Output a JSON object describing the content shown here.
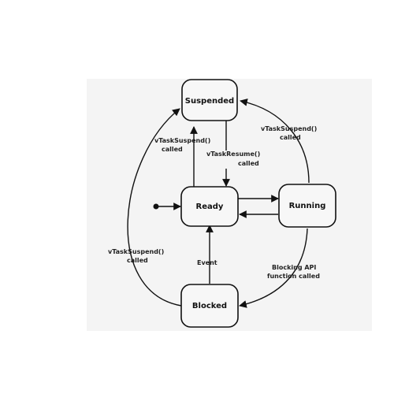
{
  "states": {
    "suspended": "Suspended",
    "ready": "Ready",
    "running": "Running",
    "blocked": "Blocked"
  },
  "transitions": {
    "ready_to_suspended": [
      "vTaskSuspend()",
      "called"
    ],
    "suspended_to_ready": [
      "vTaskResume()",
      "called"
    ],
    "running_to_suspended": [
      "vTaskSuspend()",
      "called"
    ],
    "blocked_to_suspended": [
      "vTaskSuspend()",
      "called"
    ],
    "blocked_to_ready": [
      "Event"
    ],
    "running_to_blocked": [
      "Blocking API",
      "function called"
    ]
  },
  "colors": {
    "background": "#f4f4f4",
    "stroke": "#111111",
    "state_fill": "#f7f7f7"
  }
}
